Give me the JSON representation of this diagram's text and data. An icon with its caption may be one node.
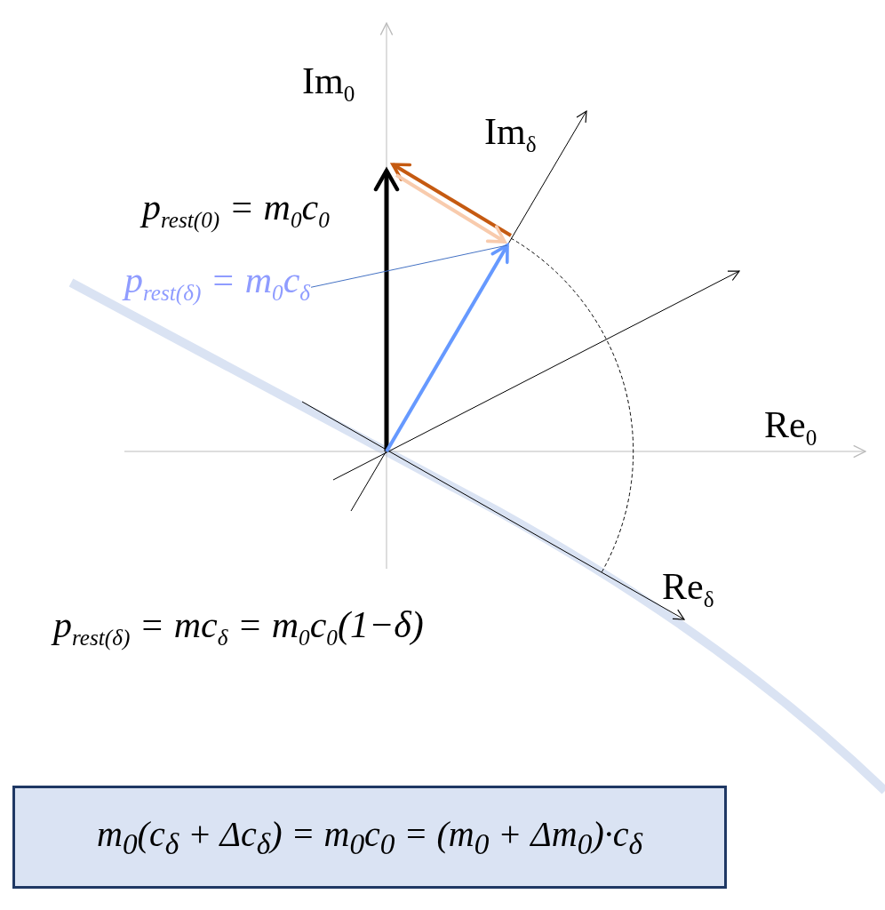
{
  "diagram": {
    "nodes": [
      {
        "text": [
          "p$_{rest(δ)}$ = m$_{0}$c$_{δ}$"
        ]
      },
      {
        "text": [
          "m$_{0}$(c$_{δ}$ + Δc$_{δ}$) = m$_{0}$c$_{0}$ = (m$_{0}$ + Δm$_{0}$)·c$_{δ}$"
        ]
      },
      {
        "text": [],
        "shape": "arrow"
      }
    ],
    "edges": [
      {
        "from": 0,
        "to": 2,
        "arrow": "none"
      }
    ],
    "labels": [
      "Im$_{0}$",
      "Im$_{δ}$",
      "p$_{rest(0)}$ = m$_{0}$c$_{0}$",
      "Re$_{0}$",
      "Re$_{δ}$",
      "p$_{rest(δ)}$ = mc$_{δ}$ = m$_{0}$c$_{0}$(1−δ)"
    ]
  }
}
